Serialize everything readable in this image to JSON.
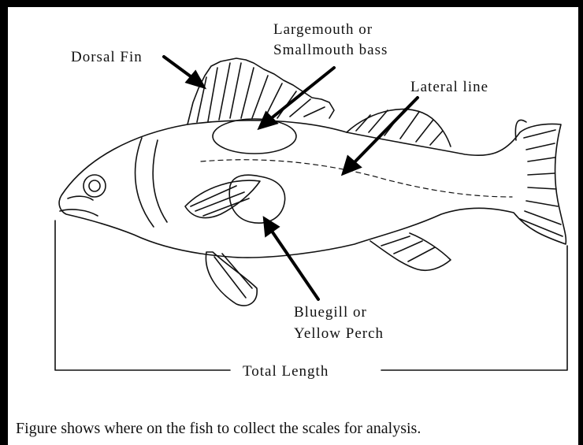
{
  "labels": {
    "dorsal_fin": "Dorsal Fin",
    "bass_line1": "Largemouth or",
    "bass_line2": "Smallmouth bass",
    "lateral_line": "Lateral line",
    "perch_line1": "Bluegill or",
    "perch_line2": "Yellow Perch",
    "total_length": "Total Length"
  },
  "caption": "Figure shows where on the fish to collect the scales for analysis."
}
